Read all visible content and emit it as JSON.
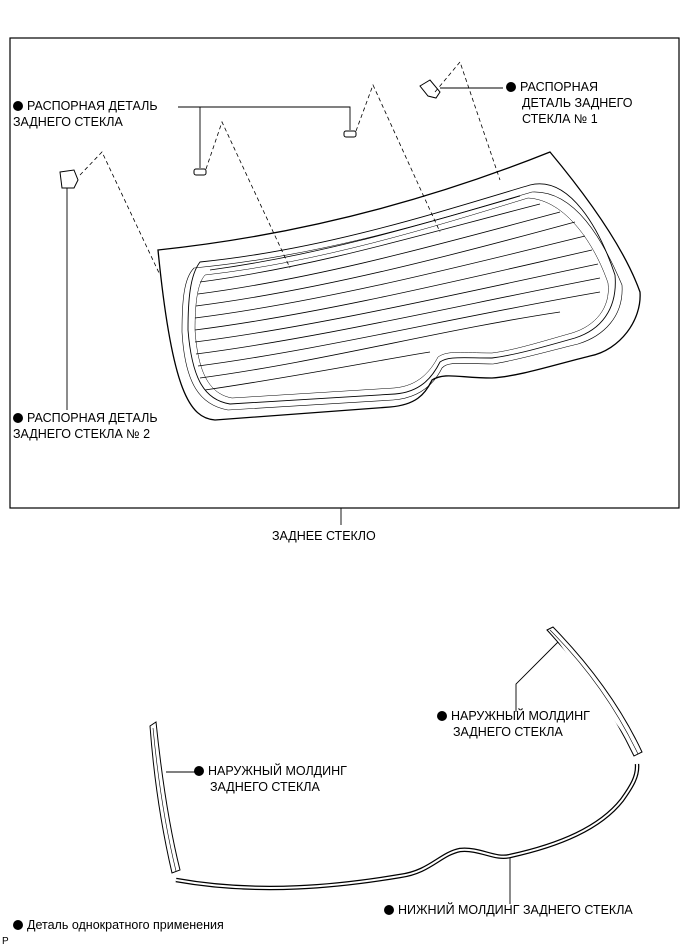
{
  "labels": {
    "spacer_rear_window": {
      "line1": "РАСПОРНАЯ ДЕТАЛЬ",
      "line2": "ЗАДНЕГО СТЕКЛА"
    },
    "spacer_no1": {
      "line1": "РАСПОРНАЯ",
      "line2": "ДЕТАЛЬ ЗАДНЕГО",
      "line3": "СТЕКЛА № 1"
    },
    "spacer_no2": {
      "line1": "РАСПОРНАЯ ДЕТАЛЬ",
      "line2": "ЗАДНЕГО СТЕКЛА № 2"
    },
    "rear_glass": "ЗАДНЕЕ СТЕКЛО",
    "outer_molding_right": {
      "line1": "НАРУЖНЫЙ МОЛДИНГ",
      "line2": "ЗАДНЕГО СТЕКЛА"
    },
    "outer_molding_left": {
      "line1": "НАРУЖНЫЙ МОЛДИНГ",
      "line2": "ЗАДНЕГО СТЕКЛА"
    },
    "lower_molding": "НИЖНИЙ МОЛДИНГ ЗАДНЕГО СТЕКЛА"
  },
  "legend": {
    "non_reusable": "Деталь однократного применения"
  },
  "corner_code": "P",
  "colors": {
    "ink": "#000000",
    "glass_fill": "#ffffff"
  }
}
